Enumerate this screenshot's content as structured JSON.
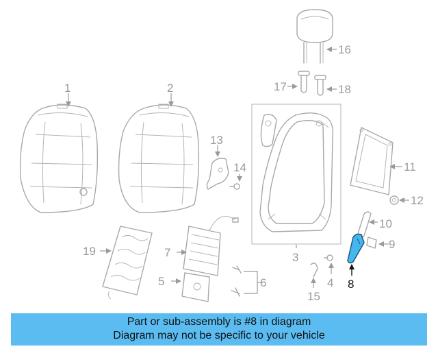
{
  "callouts": [
    "1",
    "2",
    "3",
    "4",
    "5",
    "6",
    "7",
    "8",
    "9",
    "10",
    "11",
    "12",
    "13",
    "14",
    "15",
    "16",
    "17",
    "18",
    "19"
  ],
  "highlight": "8",
  "banner": {
    "line1": "Part or sub-assembly is #8 in diagram",
    "line2": "Diagram may not be specific to your vehicle"
  },
  "colors": {
    "highlight_part": "#45b6ee",
    "banner_bg": "#5bbcf2",
    "line_art": "#a8a8a8"
  }
}
